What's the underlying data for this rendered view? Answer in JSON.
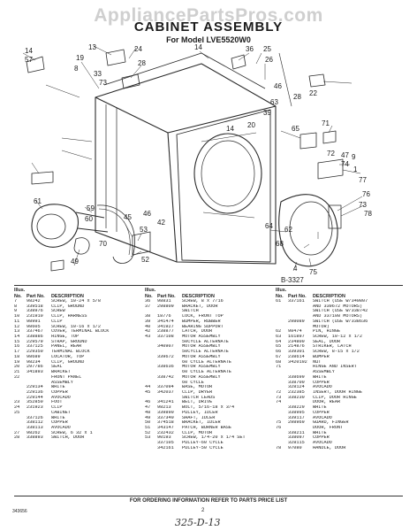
{
  "watermark": "AppliancePartsPros.com",
  "title": "CABINET ASSEMBLY",
  "subtitle": "For Model LVE5520W0",
  "part_no_label": "B-3327",
  "callouts": [
    "14",
    "57",
    "13",
    "33",
    "24",
    "28",
    "14",
    "36",
    "25",
    "26",
    "19",
    "8",
    "73",
    "46",
    "22",
    "63",
    "28",
    "39",
    "20",
    "14",
    "65",
    "71",
    "72",
    "47",
    "74",
    "9",
    "1",
    "77",
    "76",
    "73",
    "78",
    "64",
    "68",
    "61",
    "59",
    "60",
    "45",
    "53",
    "52",
    "42",
    "70",
    "49",
    "46",
    "62",
    "4",
    "75"
  ],
  "columns": [
    {
      "headers": [
        "Illus. No.",
        "Part No.",
        "DESCRIPTION"
      ],
      "rows": [
        [
          "7",
          "98242",
          "SCREW, 10-24 x 5/8"
        ],
        [
          "8",
          "339518",
          "CLIP, GROUND"
        ],
        [
          "9",
          "338976",
          "SCREW"
        ],
        [
          "10",
          "231910",
          "CLIP, HARNESS"
        ],
        [
          "11",
          "98991",
          "CLIP"
        ],
        [
          "12",
          "98605",
          "SCREW, 10-16 x 1/2"
        ],
        [
          "13",
          "337467",
          "COVER, TERMINAL BLOCK"
        ],
        [
          "14",
          "338886",
          "HINGE, TOP"
        ],
        [
          "15",
          "229579",
          "STRAP, GROUND"
        ],
        [
          "16",
          "337125",
          "PANEL, REAR"
        ],
        [
          "17",
          "229350",
          "TERMINAL BLOCK"
        ],
        [
          "18",
          "98689",
          "LOCATOR, TOP"
        ],
        [
          "19",
          "98234",
          "CLIP, GROUND"
        ],
        [
          "20",
          "297786",
          "SEAL"
        ],
        [
          "21",
          "341893",
          "BRACKET"
        ],
        [
          "22",
          "",
          "FRONT PANEL"
        ],
        [
          "",
          "",
          "ASSEMBLY"
        ],
        [
          "",
          "229134",
          "WHITE"
        ],
        [
          "",
          "229136",
          "COPPER"
        ],
        [
          "",
          "229144",
          "AVOCADO"
        ],
        [
          "23",
          "352850",
          "FOOT"
        ],
        [
          "24",
          "231923",
          "CLIP"
        ],
        [
          "25",
          "",
          "CABINET"
        ],
        [
          "",
          "337126",
          "WHITE"
        ],
        [
          "",
          "338112",
          "COPPER"
        ],
        [
          "",
          "338113",
          "AVOCADO"
        ],
        [
          "27",
          "98262",
          "SCREW, 6 32 x 1"
        ],
        [
          "28",
          "338893",
          "SWITCH, DOOR"
        ]
      ]
    },
    {
      "headers": [
        "Illus. No.",
        "Part No.",
        "DESCRIPTION"
      ],
      "rows": [
        [
          "36",
          "98831",
          "SCREW, 8 x 7/16"
        ],
        [
          "37",
          "298809",
          "BRACKET, DOOR"
        ],
        [
          "",
          "",
          "SWITCH"
        ],
        [
          "38",
          "18776",
          "LOCK, FRONT TOP"
        ],
        [
          "39",
          "341474",
          "BUMPER, RUBBER"
        ],
        [
          "40",
          "341927",
          "BEARING SUPPORT"
        ],
        [
          "42",
          "238877",
          "LATCH, DOOR"
        ],
        [
          "43",
          "337108",
          "MOTOR ASSEMBLY"
        ],
        [
          "",
          "",
          "50CYCLE ALTERNATE"
        ],
        [
          "",
          "340907",
          "MOTOR ASSEMBLY"
        ],
        [
          "",
          "",
          "50CYCLE ALTERNATE"
        ],
        [
          "",
          "339672",
          "MOTOR ASSEMBLY"
        ],
        [
          "",
          "",
          "60 CYCLE ALTERNATE"
        ],
        [
          "",
          "338636",
          "MOTOR ASSEMBLY"
        ],
        [
          "",
          "",
          "60 CYCLE ALTERNATE"
        ],
        [
          "",
          "338742",
          "MOTOR ASSEMBLY"
        ],
        [
          "",
          "",
          "60 CYCLE"
        ],
        [
          "44",
          "337094",
          "BASE, MOTOR"
        ],
        [
          "45",
          "342037",
          "CLIP, DRYER"
        ],
        [
          "",
          "",
          "SWITCH LEADS"
        ],
        [
          "46",
          "341241",
          "BELT, DRIVE"
        ],
        [
          "47",
          "98213",
          "BOLT, 5/16-18 x 3/4"
        ],
        [
          "48",
          "339890",
          "PULLEY, IDLER"
        ],
        [
          "49",
          "337340",
          "SHAFT, IDLER"
        ],
        [
          "50",
          "374518",
          "BRACKET, IDLER"
        ],
        [
          "51",
          "343147",
          "PATCH, BURNER BASE"
        ],
        [
          "52",
          "232432",
          "CLIP, MOTOR"
        ],
        [
          "53",
          "90193",
          "SCREW, 1/4-20 x 1/4 SET"
        ],
        [
          "",
          "337105",
          "PULLEY-60 CYCLE"
        ],
        [
          "",
          "342161",
          "PULLEY-50 CYCLE"
        ]
      ]
    },
    {
      "headers": [
        "Illus. No.",
        "Part No.",
        "DESCRIPTION"
      ],
      "rows": [
        [
          "61",
          "337161",
          "SWITCH (USE W/340807"
        ],
        [
          "",
          "",
          "AND 339672 MOTORS)"
        ],
        [
          "",
          "",
          "SWITCH (USE W/338742"
        ],
        [
          "",
          "",
          "AND 337108 MOTORS)"
        ],
        [
          "",
          "298089",
          "SWITCH (USE W/338636"
        ],
        [
          "",
          "",
          "MOTOR)"
        ],
        [
          "62",
          "98474",
          "PIN, HINGE"
        ],
        [
          "63",
          "161897",
          "SCREW, 10-12 x 1/2"
        ],
        [
          "64",
          "234800",
          "SEAL, DOOR"
        ],
        [
          "65",
          "214876",
          "STRIKER, LATCH"
        ],
        [
          "66",
          "339301",
          "SCREW, 8-15 x 1/2"
        ],
        [
          "67",
          "238614",
          "BUMPER"
        ],
        [
          "68",
          "3420192",
          "NUT"
        ],
        [
          "71",
          "",
          "HINGE AND INSERT"
        ],
        [
          "",
          "",
          "ASSEMBLY"
        ],
        [
          "",
          "338699",
          "WHITE"
        ],
        [
          "",
          "338700",
          "COPPER"
        ],
        [
          "",
          "328124",
          "AVOCADO"
        ],
        [
          "72",
          "232385",
          "INSERT, DOOR HINGE"
        ],
        [
          "73",
          "338230",
          "CLIP, DOOR HINGE"
        ],
        [
          "74",
          "",
          "DOOR, REAR"
        ],
        [
          "",
          "338229",
          "WHITE"
        ],
        [
          "",
          "338995",
          "COPPER"
        ],
        [
          "",
          "339117",
          "AVOCADO"
        ],
        [
          "75",
          "298969",
          "GUARD, FINGER"
        ],
        [
          "76",
          "",
          "DOOR, FRONT"
        ],
        [
          "",
          "338211",
          "WHITE"
        ],
        [
          "",
          "338097",
          "COPPER"
        ],
        [
          "",
          "328115",
          "AVOCADO"
        ],
        [
          "78",
          "97080",
          "HANDLE, DOOR"
        ]
      ]
    }
  ],
  "footer": "FOR ORDERING INFORMATION REFER TO PARTS PRICE LIST",
  "footer_left": "343656",
  "page_number": "2",
  "handwritten": "325-D-13"
}
